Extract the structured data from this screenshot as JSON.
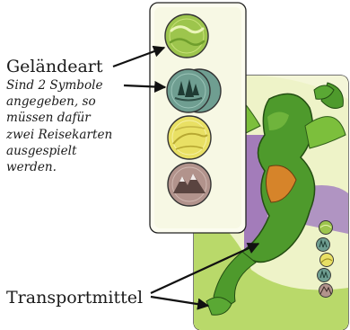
{
  "labels": {
    "terrain_title": "Geländeart",
    "terrain_note": "Sind 2 Symbole\nangegeben, so\nmüssen dafür\nzwei Reisekarten\nausgespielt\nwerden.",
    "transport_title": "Transportmittel"
  },
  "icons": {
    "terrain": [
      "plains-icon",
      "forest-icon",
      "desert-icon",
      "mountains-icon"
    ],
    "transport": [
      "plains-icon",
      "forest-icon",
      "desert-icon",
      "forest-icon",
      "mountains-icon"
    ]
  },
  "colors": {
    "plains": "#9dc54d",
    "forest": "#6f9e91",
    "desert": "#e9e064",
    "mountains": "#b2938c",
    "purple": "#9a6fb8",
    "dragon_green": "#4e9a2c",
    "grass": "#c8de78"
  }
}
